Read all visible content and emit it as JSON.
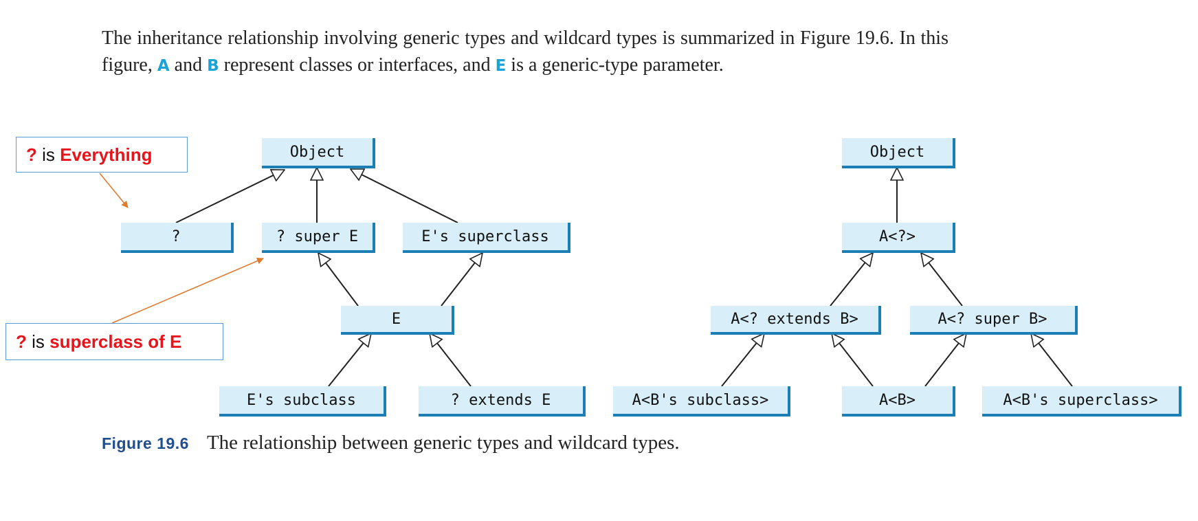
{
  "intro": {
    "part1": "The inheritance relationship involving generic types and wildcard types is summarized in Figure 19.6. In this figure, ",
    "a": "A",
    "part2": " and ",
    "b": "B",
    "part3": " represent classes or interfaces, and ",
    "e": "E",
    "part4": " is a generic-type parameter."
  },
  "left_diagram": {
    "object": "Object",
    "wildcard": "?",
    "super_e": "? super E",
    "e_superclass": "E's superclass",
    "e": "E",
    "e_subclass": "E's subclass",
    "extends_e": "? extends E"
  },
  "right_diagram": {
    "object": "Object",
    "a_wildcard": "A<?>",
    "a_extends_b": "A<? extends B>",
    "a_super_b": "A<? super B>",
    "a_b_subclass": "A<B's subclass>",
    "a_b": "A<B>",
    "a_b_superclass": "A<B's superclass>"
  },
  "annotations": {
    "everything": {
      "q": "?",
      "is": " is ",
      "text": "Everything"
    },
    "superclass": {
      "q": "?",
      "is": " is ",
      "text": "superclass of E"
    },
    "color": "#e8141b",
    "arrow_color": "#e07a2e"
  },
  "caption": {
    "label": "Figure 19.6",
    "text": "The relationship between generic types and wildcard types."
  },
  "colors": {
    "box_fill": "#d8eef9",
    "box_shadow": "#1b7fb6",
    "keyword": "#1aa3d9"
  }
}
